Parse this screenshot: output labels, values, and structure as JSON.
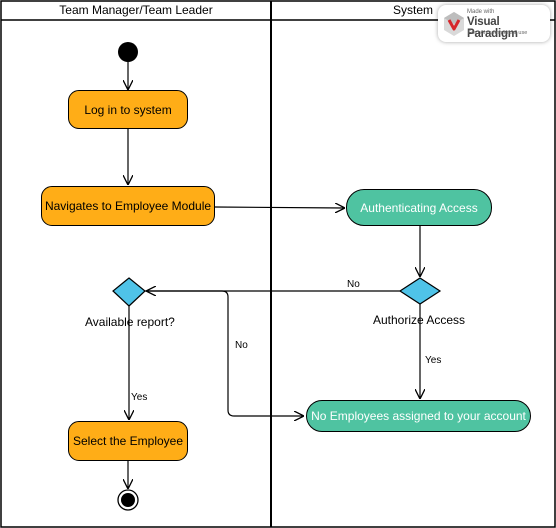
{
  "diagram": {
    "lanes": [
      {
        "id": "lane-manager",
        "title": "Team Manager/Team Leader"
      },
      {
        "id": "lane-system",
        "title": "System"
      }
    ],
    "nodes": {
      "login": "Log in to system",
      "navigate": "Navigates to Employee Module",
      "authenticate": "Authenticating Access",
      "authorize_label": "Authorize Access",
      "available_label": "Available report?",
      "select_employee": "Select the Employee",
      "no_employees": "No Employees assigned to your account"
    },
    "edge_labels": {
      "authorize_no": "No",
      "authorize_yes": "Yes",
      "available_no": "No",
      "available_yes": "Yes"
    },
    "colors": {
      "orange_activity": "#FFAD17",
      "green_activity": "#4FC3A1",
      "decision": "#4FC3E8"
    }
  },
  "watermark": {
    "small": "Made with",
    "brand": "Visual Paradigm",
    "sub": "For non-commercial use"
  }
}
